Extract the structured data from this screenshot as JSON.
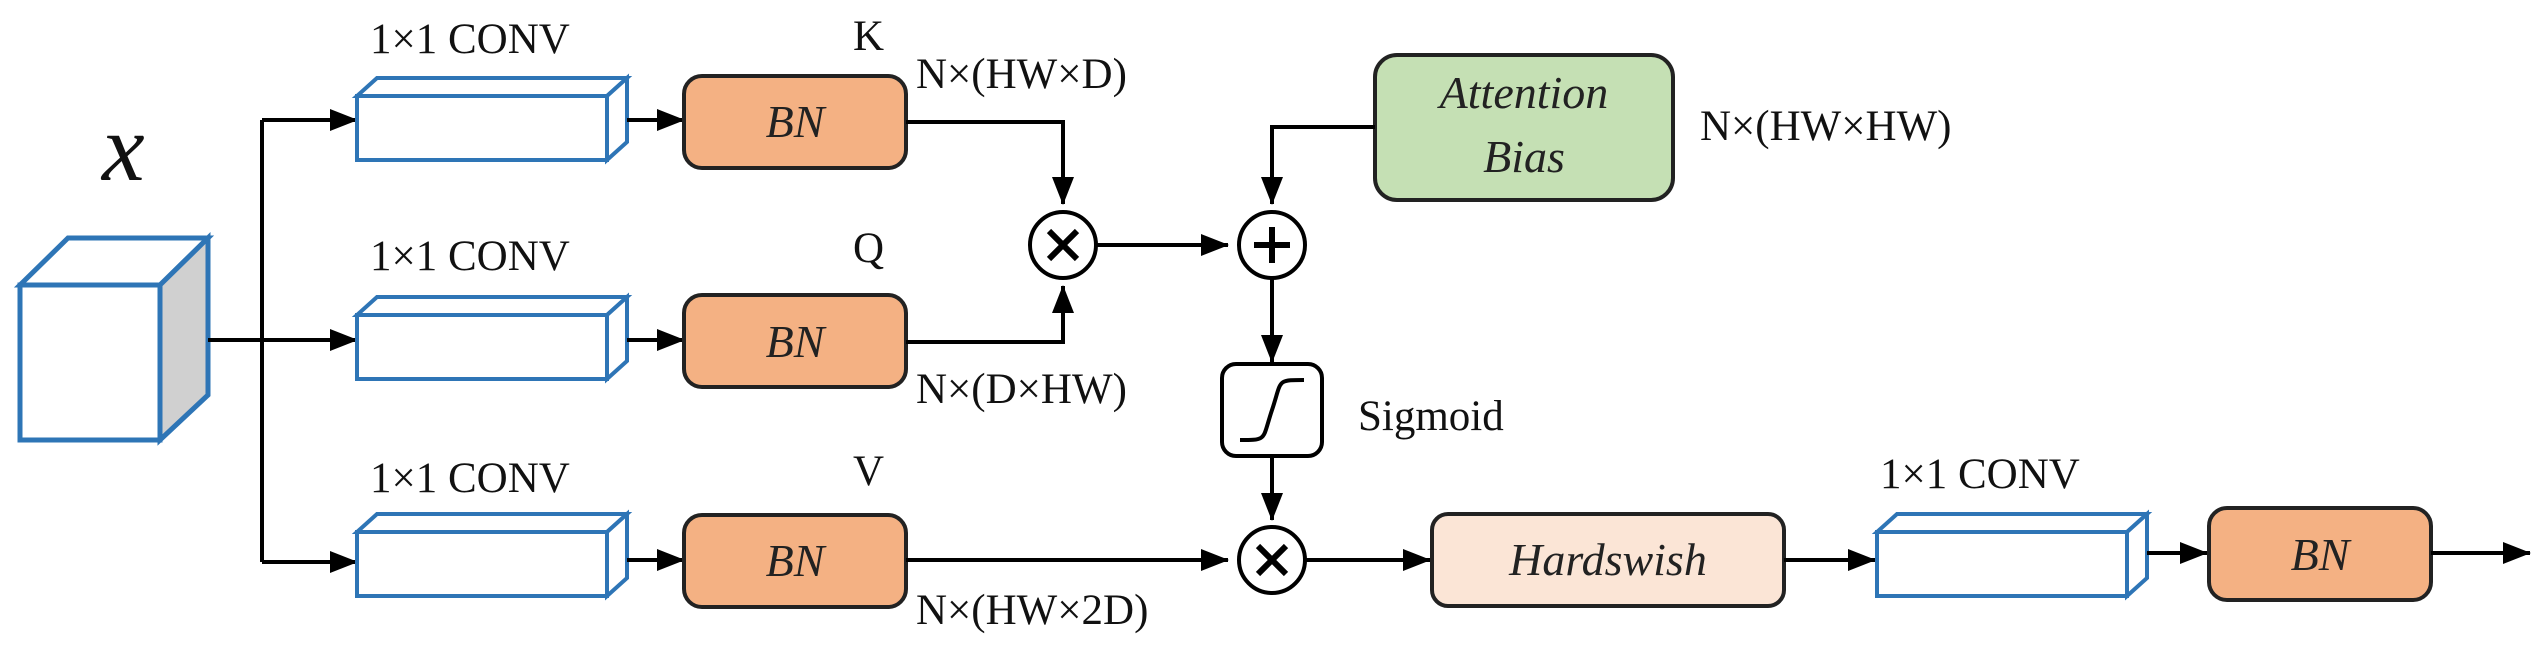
{
  "input": {
    "symbol": "x"
  },
  "branches": [
    {
      "conv_label": "1×1 CONV",
      "bn_label": "BN",
      "name": "K",
      "shape": "N×(HW×D)"
    },
    {
      "conv_label": "1×1 CONV",
      "bn_label": "BN",
      "name": "Q",
      "shape": "N×(D×HW)"
    },
    {
      "conv_label": "1×1 CONV",
      "bn_label": "BN",
      "name": "V",
      "shape": "N×(HW×2D)"
    }
  ],
  "attention_bias": {
    "line1": "Attention",
    "line2": "Bias",
    "shape": "N×(HW×HW)"
  },
  "sigmoid": {
    "label": "Sigmoid"
  },
  "hardswish": {
    "label": "Hardswish"
  },
  "output": {
    "conv_label": "1×1 CONV",
    "bn_label": "BN"
  },
  "colors": {
    "bn_fill": "#F4B183",
    "attention_fill": "#C5E0B4",
    "hardswish_fill": "#FBE5D6",
    "conv_stroke": "#2E75B6",
    "cube_side": "#D0D0D0",
    "line": "#000000"
  }
}
